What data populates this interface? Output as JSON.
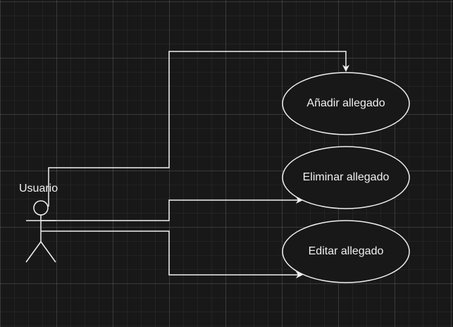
{
  "diagram": {
    "actor": {
      "name": "Usuario"
    },
    "use_cases": [
      {
        "label": "Añadir allegado"
      },
      {
        "label": "Eliminar allegado"
      },
      {
        "label": "Editar allegado"
      }
    ],
    "colors": {
      "background": "#181818",
      "stroke": "#f0f0f0",
      "ellipse_fill": "#181818",
      "text": "#f0f0f0"
    }
  }
}
